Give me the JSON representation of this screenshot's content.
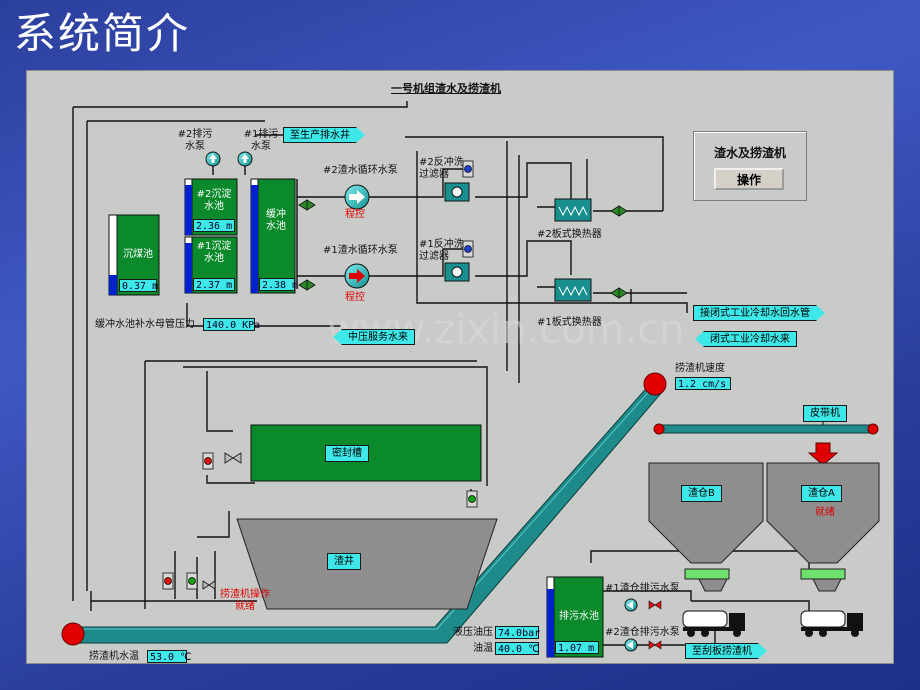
{
  "slide": {
    "title": "系统简介"
  },
  "diagram": {
    "title": "一号机组渣水及捞渣机",
    "control_panel": {
      "title": "渣水及捞渣机",
      "button_label": "操作"
    },
    "tanks": {
      "settling_tank": {
        "label": "沉煤池",
        "level": "0.37 m",
        "fill": 0.25
      },
      "sedimentation_2": {
        "label": "#2沉淀\n水池",
        "level": "2.36 m",
        "fill": 0.9
      },
      "sedimentation_1": {
        "label": "#1沉淀\n水池",
        "level": "2.37 m",
        "fill": 0.9
      },
      "buffer_tank": {
        "label": "缓冲\n水池",
        "level": "2.38 m",
        "fill": 0.95
      },
      "drain_tank": {
        "label": "排污水池",
        "level": "1.07 m",
        "fill": 0.85
      }
    },
    "pumps": {
      "drain_pump_2": "#2排污\n水泵",
      "drain_pump_1": "#1排污\n水泵",
      "circ_pump_2": "#2渣水循环水泵",
      "circ_pump_1": "#1渣水循环水泵",
      "remote_control": "程控",
      "silo_pump_1": "#1渣仓排污水泵",
      "silo_pump_2": "#2渣仓排污水泵"
    },
    "filters": {
      "backwash_2": "#2反冲洗\n过滤器",
      "backwash_1": "#1反冲洗\n过滤器"
    },
    "heat_exchangers": {
      "plate_2": "#2板式换热器",
      "plate_1": "#1板式换热器"
    },
    "pipe_tags": {
      "to_drain_well": "至生产排水井",
      "cooling_return": "接闭式工业冷却水回水管",
      "cooling_supply": "闭式工业冷却水来",
      "mid_pressure_water": "中压服务水来",
      "to_scraper": "至刮板捞渣机"
    },
    "readouts": {
      "makeup_pressure_label": "缓冲水池补水母管压力",
      "makeup_pressure_value": "140.0 KPa",
      "scraper_speed_label": "捞渣机速度",
      "scraper_speed_value": "1.2 cm/s",
      "scraper_water_temp_label": "捞渣机水温",
      "scraper_water_temp_value": "53.0 ℃",
      "hydraulic_pressure_label": "液压油压",
      "hydraulic_pressure_value": "74.0bar",
      "oil_temp_label": "油温",
      "oil_temp_value": "40.0 ℃"
    },
    "equipment": {
      "seal_tank": "密封槽",
      "slag_well": "渣井",
      "belt_conveyor": "皮带机",
      "silo_b": "渣仓B",
      "silo_a": "渣仓A",
      "silo_a_status": "就绪",
      "scraper_operation": "捞渣机操作\n就绪"
    },
    "watermark": "www.zixin.com.cn",
    "colors": {
      "tank_green": "#0a8a2a",
      "level_blue": "#0022cc",
      "pipe_teal": "#1f7f7f",
      "value_cyan": "#3ee8e8",
      "panel_gray": "#c8cbc8",
      "alert_red": "#e00000"
    }
  }
}
